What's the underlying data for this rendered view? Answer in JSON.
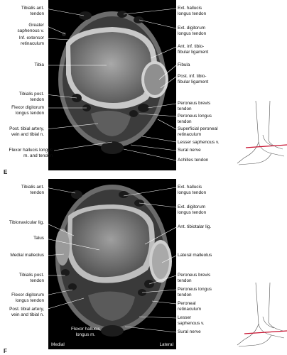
{
  "panels": [
    {
      "letter": "E",
      "left_labels": [
        "Tibialis ant.\ntendon",
        "Greater\nsaphenous v.",
        "Inf. extensor\nretinaculum",
        "Tibia",
        "Tibialis post.\ntendon",
        "Flexor digitorum\nlongus tendon",
        "Post. tibial artery,\nvein and tibial n.",
        "Flexor hallucis longus\nm. and tendon"
      ],
      "right_labels": [
        "Ext. hallucis\nlongus tendon",
        "Ext. digitorum\nlongus tendon",
        "Ant. inf. tibio-\nfibular ligament",
        "Fibula",
        "Post. inf. tibio-\nfibular ligament",
        "Peroneus brevis\ntendon",
        "Peroneus longus\ntendon",
        "Superficial peroneal\nretinaculum",
        "Lesser saphenous v.",
        "Sural nerve",
        "Achilles tendon"
      ]
    },
    {
      "letter": "F",
      "left_labels": [
        "Tibialis ant.\ntendon",
        "Tibionavicular lig.",
        "Talus",
        "Medial malleolus",
        "Tibialis post.\ntendon",
        "Flexor digitorum\nlongus tendon",
        "Post. tibial artery,\nvein and tibial n."
      ],
      "right_labels": [
        "Ext. hallucis\nlongus tendon",
        "Ext. digitorum\nlongus tendon",
        "Ant. tibiotalar lig.",
        "Lateral malleolus",
        "Peroneus brevis\ntendon",
        "Peroneus longus\ntendon",
        "Peroneal\nretinaculum",
        "Lesser\nsaphenous v.",
        "Sural nerve"
      ],
      "inner_label": "Flexor hallucis\nlongus m.",
      "orientation": {
        "medial": "Medial",
        "lateral": "Lateral"
      }
    }
  ],
  "colors": {
    "section_line": "#c8102e",
    "leader": "#ffffff",
    "mri_background": "#000000"
  }
}
